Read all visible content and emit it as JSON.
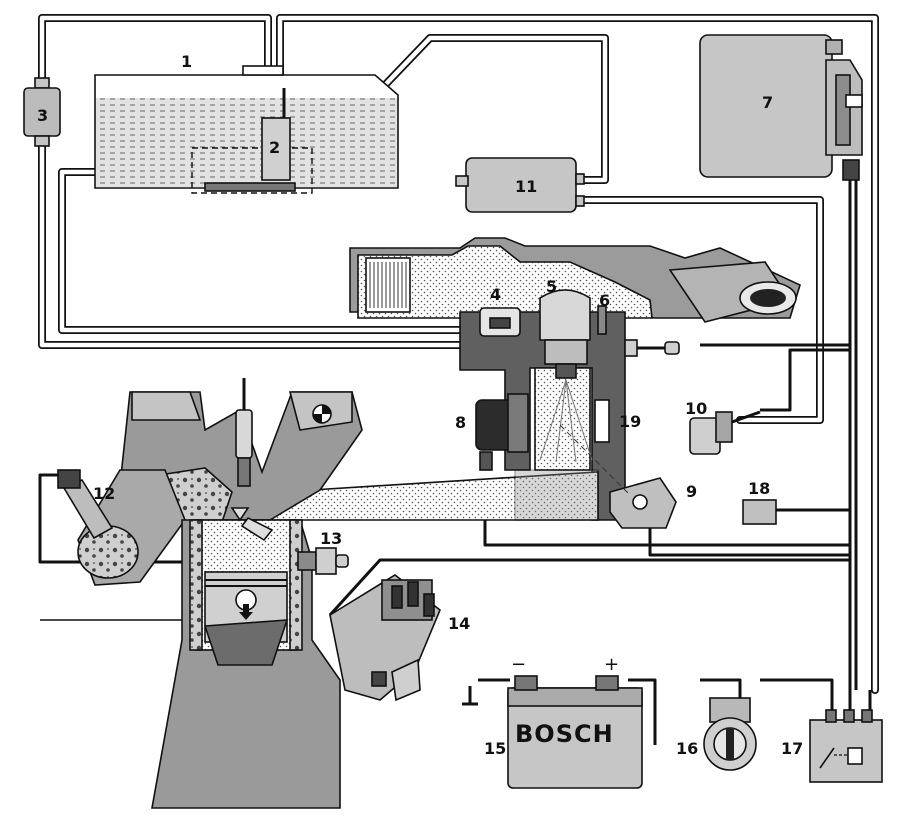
{
  "components": [
    {
      "id": "fuel-tank",
      "label": "1"
    },
    {
      "id": "fuel-pump",
      "label": "2"
    },
    {
      "id": "fuel-filter",
      "label": "3"
    },
    {
      "id": "pressure-regulator",
      "label": "4"
    },
    {
      "id": "injector",
      "label": "5"
    },
    {
      "id": "air-temperature-sensor",
      "label": "6"
    },
    {
      "id": "ecu",
      "label": "7"
    },
    {
      "id": "idle-actuator",
      "label": "8"
    },
    {
      "id": "throttle-switch",
      "label": "9"
    },
    {
      "id": "throttle-potentiometer",
      "label": "10"
    },
    {
      "id": "canister",
      "label": "11"
    },
    {
      "id": "lambda-sensor",
      "label": "12"
    },
    {
      "id": "engine-temperature-sensor",
      "label": "13"
    },
    {
      "id": "ignition-distributor",
      "label": "14"
    },
    {
      "id": "battery",
      "label": "15"
    },
    {
      "id": "ignition-switch",
      "label": "16"
    },
    {
      "id": "relay",
      "label": "17"
    },
    {
      "id": "diagnosis-connector",
      "label": "18"
    },
    {
      "id": "throttle-body",
      "label": "19"
    }
  ],
  "battery": {
    "brand": "BOSCH",
    "minus": "−",
    "plus": "+"
  },
  "colors": {
    "line": "#111111",
    "gray": "#9a9a9a",
    "dark": "#555555",
    "light": "#d6d6d6"
  }
}
